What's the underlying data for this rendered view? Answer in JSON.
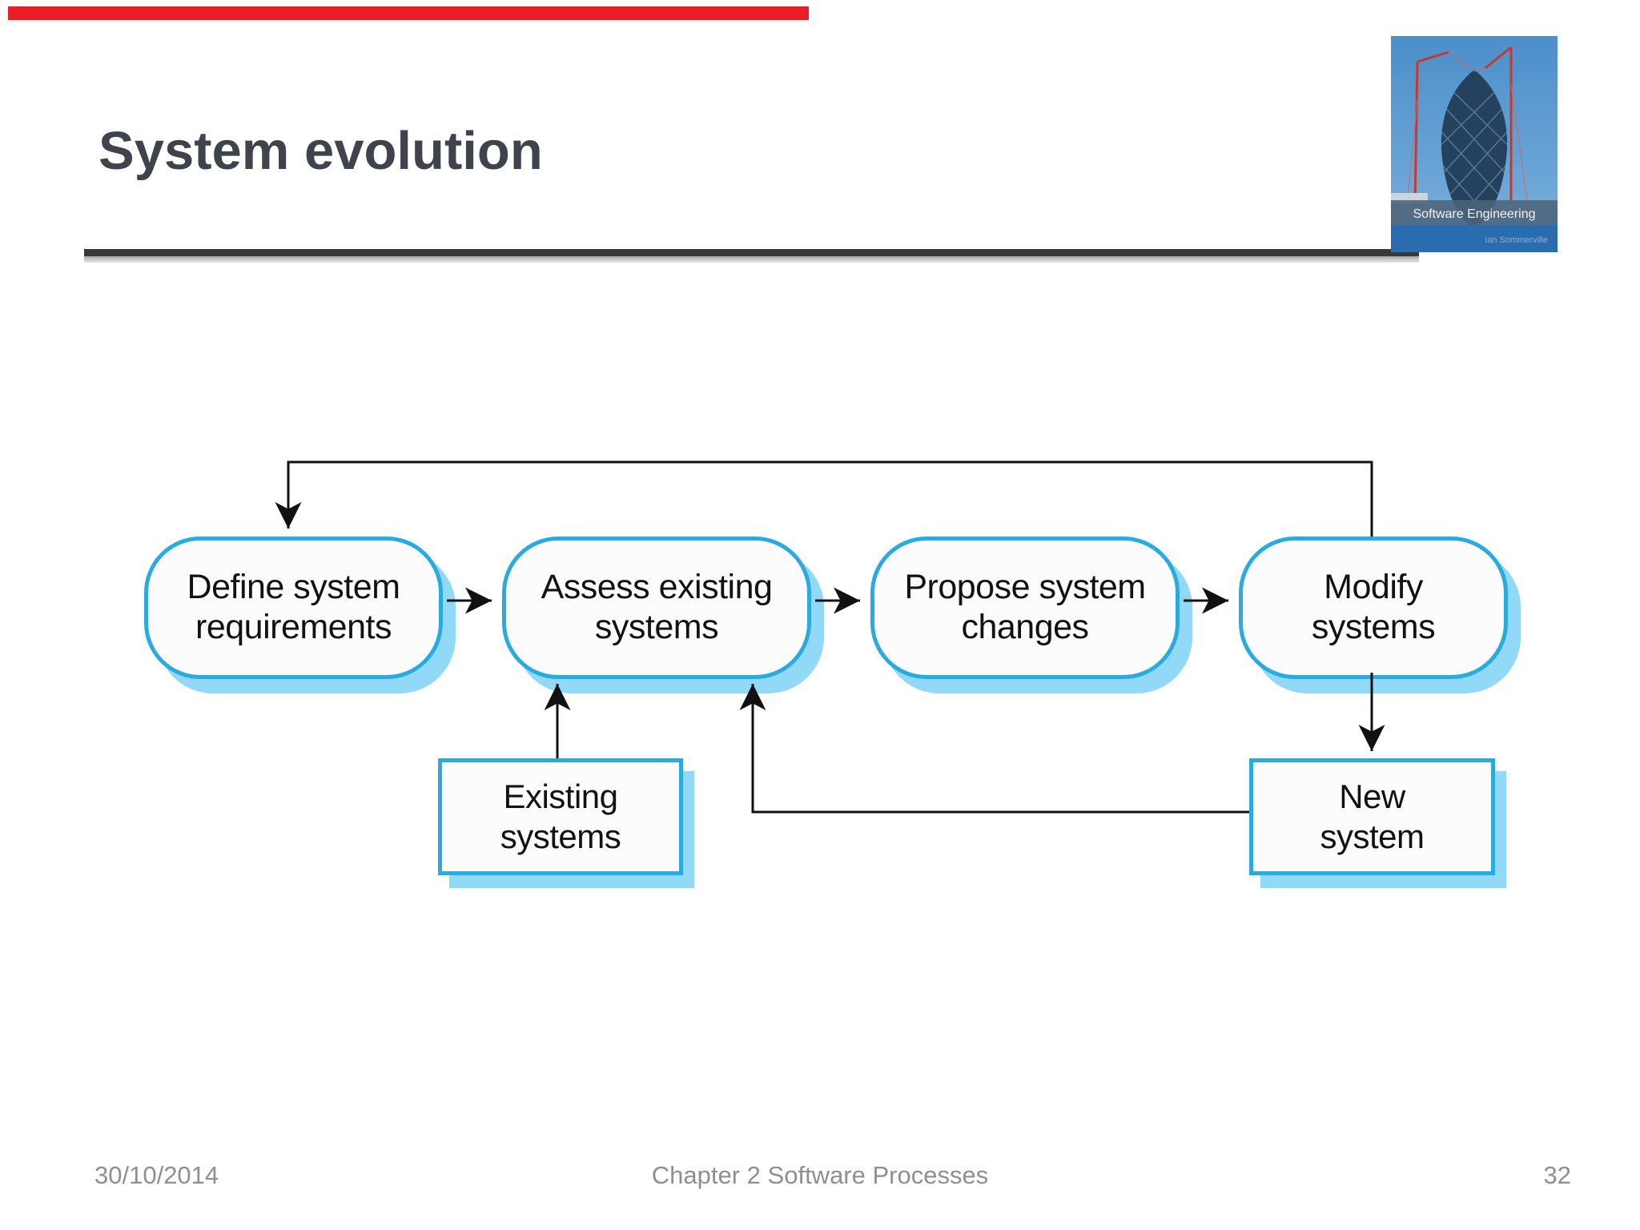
{
  "slide": {
    "title": "System evolution",
    "footer": {
      "date": "30/10/2014",
      "center": "Chapter 2 Software Processes",
      "page": "32"
    }
  },
  "book_cover": {
    "title": "Software Engineering",
    "author": "Ian Sommerville"
  },
  "diagram": {
    "nodes": [
      {
        "id": "define",
        "line1": "Define system",
        "line2": "requirements"
      },
      {
        "id": "assess",
        "line1": "Assess existing",
        "line2": "systems"
      },
      {
        "id": "propose",
        "line1": "Propose system",
        "line2": "changes"
      },
      {
        "id": "modify",
        "line1": "Modify",
        "line2": "systems"
      }
    ],
    "boxes": [
      {
        "id": "existing",
        "line1": "Existing",
        "line2": "systems"
      },
      {
        "id": "new",
        "line1": "New",
        "line2": "system"
      }
    ],
    "colors": {
      "node_border": "#29abe2",
      "node_shadow": "#92d9f8",
      "connector": "#111111",
      "accent_red": "#ee1c25",
      "title_text": "#3f434b",
      "footer_text": "#8f8f8f"
    }
  }
}
